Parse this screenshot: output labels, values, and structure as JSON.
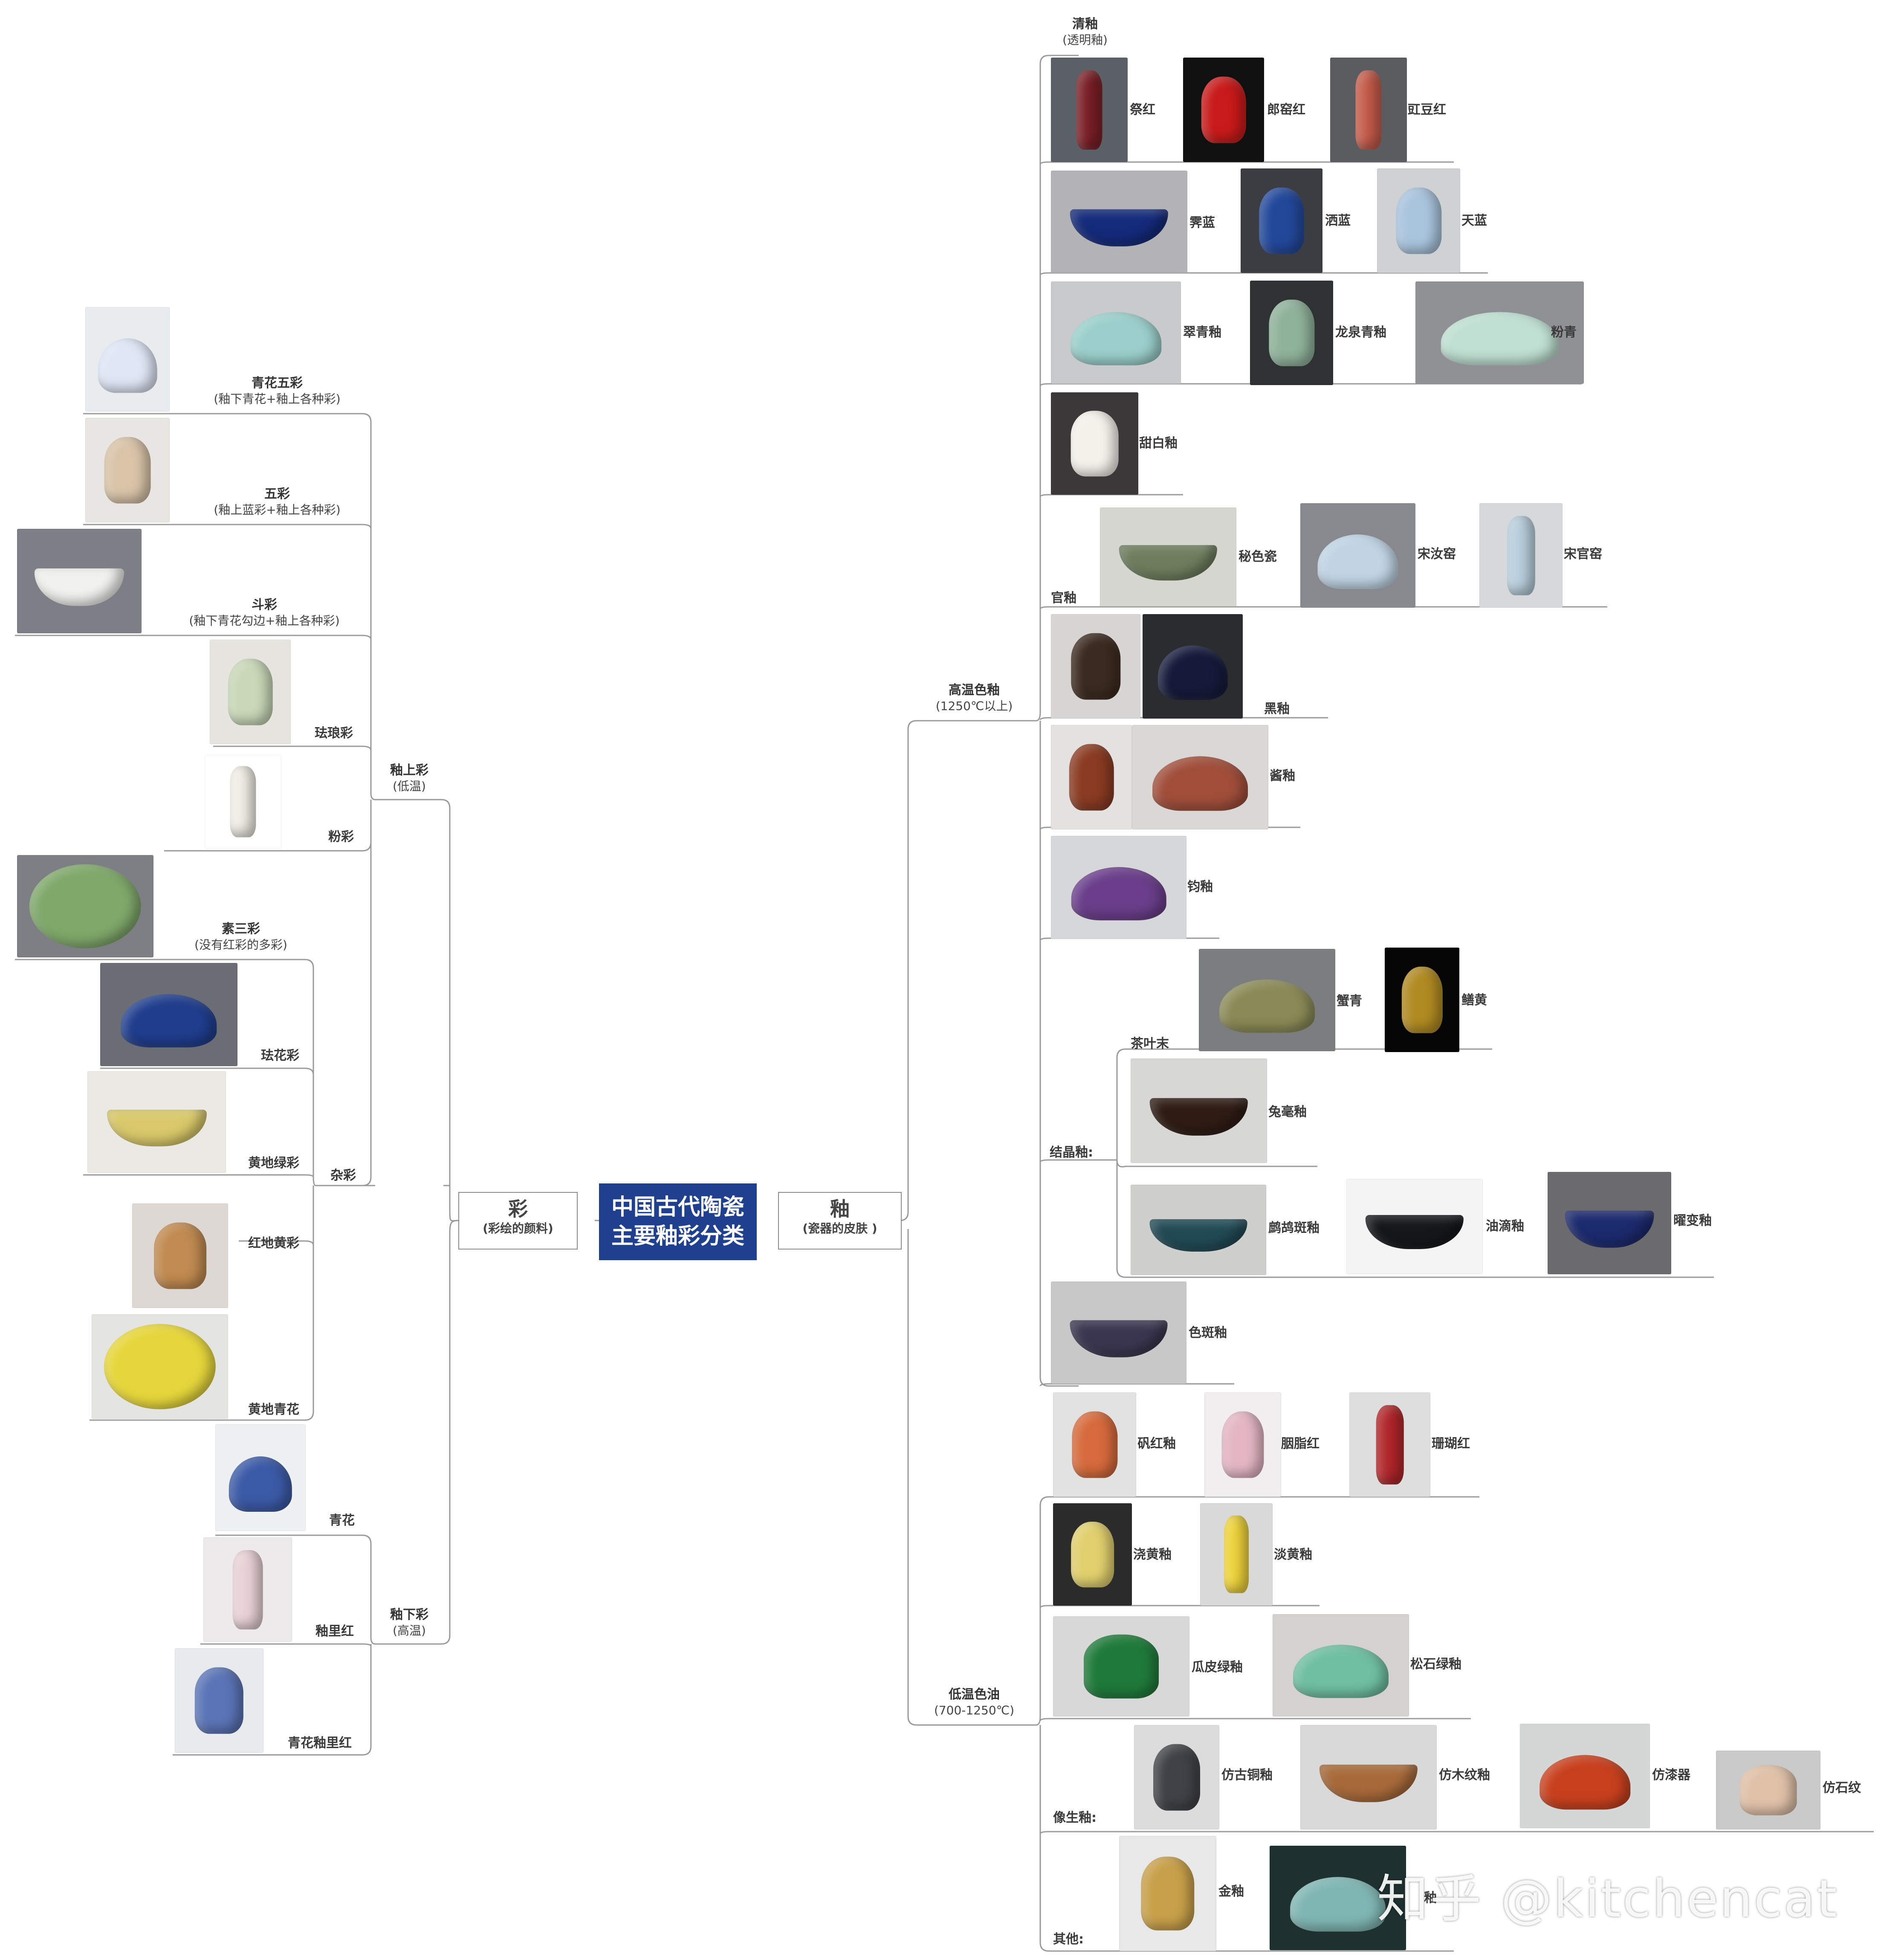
{
  "root": {
    "line1": "中国古代陶瓷",
    "line2": "主要釉彩分类"
  },
  "left_branch": {
    "title": "彩",
    "subtitle": "(彩绘的颜料)"
  },
  "right_branch": {
    "title": "釉",
    "subtitle": "(瓷器的皮肤 )"
  },
  "nodes": {
    "overglaze": {
      "title": "釉上彩",
      "subtitle": "(低温)"
    },
    "mixed": {
      "title": "杂彩"
    },
    "underglaze": {
      "title": "釉下彩",
      "subtitle": "(高温)"
    },
    "high_temp": {
      "title": "高温色釉",
      "subtitle": "(1250℃以上)"
    },
    "low_temp": {
      "title": "低温色油",
      "subtitle": "(700-1250℃)"
    },
    "clear_glaze": {
      "title": "清釉",
      "subtitle": "(透明釉)"
    },
    "guan": {
      "title": "官釉"
    },
    "crystal": {
      "title": "结晶釉:"
    },
    "tea_dust": {
      "title": "茶叶末"
    },
    "imitation": {
      "title": "像生釉:"
    },
    "others": {
      "title": "其他:"
    }
  },
  "left_items": {
    "qinghua_wucai": {
      "label": "青花五彩",
      "note": "(釉下青花+釉上各种彩)"
    },
    "wucai": {
      "label": "五彩",
      "note": "(釉上蓝彩+釉上各种彩)"
    },
    "doucai": {
      "label": "斗彩",
      "note": "(釉下青花勾边+釉上各种彩)"
    },
    "falangcai": {
      "label": "珐琅彩"
    },
    "fencai": {
      "label": "粉彩"
    },
    "susancai": {
      "label": "素三彩",
      "note": "(没有红彩的多彩)"
    },
    "fahuacai": {
      "label": "珐花彩"
    },
    "huangdi_lvcai": {
      "label": "黄地绿彩"
    },
    "hongdi_huangcai": {
      "label": "红地黄彩"
    },
    "huangdi_qinghua": {
      "label": "黄地青花"
    },
    "qinghua": {
      "label": "青花"
    },
    "youlihong": {
      "label": "釉里红"
    },
    "qinghua_youlihong": {
      "label": "青花釉里红"
    }
  },
  "right_items": {
    "jihong": "祭红",
    "langyaohong": "郎窑红",
    "jiangdouhong": "豇豆红",
    "jilan": "霁蓝",
    "sajilan": "洒蓝",
    "tianlan": "天蓝",
    "cuiqing": "翠青釉",
    "longquan": "龙泉青釉",
    "fenqing": "粉青",
    "tianbai": "甜白釉",
    "mise": "秘色瓷",
    "ruyao": "宋汝窑",
    "guanyao": "宋官窑",
    "heiyou": "黑釉",
    "jiangyou": "酱釉",
    "junyou": "钧釉",
    "xieqing": "蟹青",
    "shanhuang": "鳝黄",
    "tuhao": "兔毫釉",
    "zhegu": "鹧鸪斑釉",
    "youdi": "油滴釉",
    "yaobian": "曜变釉",
    "seban": "色斑釉",
    "fanhong": "矾红釉",
    "yanzhihong": "胭脂红",
    "shanhuhong": "珊瑚红",
    "jiaohuang": "浇黄釉",
    "danhuang": "淡黄釉",
    "guapilv": "瓜皮绿釉",
    "songshilv": "松石绿釉",
    "fanggutong": "仿古铜釉",
    "fangmu": "仿木纹釉",
    "fangqi": "仿漆器",
    "fangshi": "仿石纹",
    "jinyou": "金釉",
    "last_partial": "釉"
  },
  "watermark": "知乎 @kitchencat",
  "colors": {
    "root_bg": "#1f3f8f",
    "line": "#9a9a9a",
    "label": "#3a3a3a"
  }
}
